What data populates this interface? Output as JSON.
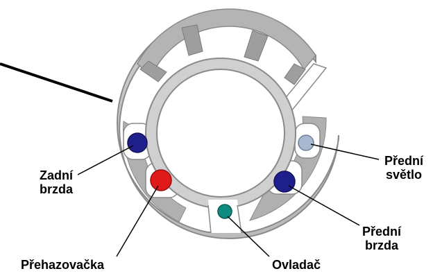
{
  "diagram": {
    "colors": {
      "ring_fill": "#c8c8c8",
      "ring_stroke": "#8a8a8a",
      "rear_brake": "#1f1f8c",
      "derailleur": "#e01a1a",
      "controller": "#0f8a80",
      "front_brake": "#1f1f8c",
      "front_light": "#a8b8d0",
      "background": "#ffffff"
    },
    "labels": {
      "rear_brake": [
        "Zadní",
        "brzda"
      ],
      "derailleur": "Přehazovačka",
      "controller": "Ovladač",
      "front_brake": [
        "Přední",
        "brzda"
      ],
      "front_light": [
        "Přední",
        "světlo"
      ]
    }
  }
}
